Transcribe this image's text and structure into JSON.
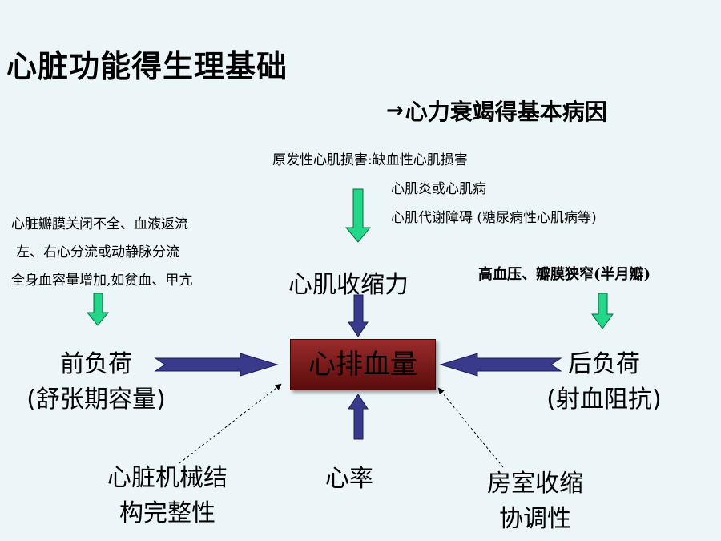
{
  "title": "心脏功能得生理基础",
  "subtitle": "心力衰竭得基本病因",
  "subtitle_arrow": "→",
  "top_causes": {
    "line1": "原发性心肌损害:缺血性心肌损害",
    "line2": "心肌炎或心肌病",
    "line3": "心肌代谢障碍 (糖尿病性心肌病等)"
  },
  "left_causes": {
    "line1": "心脏瓣膜关闭不全、血液返流",
    "line2": "左、右心分流或动静脉分流",
    "line3": "全身血容量增加,如贫血、甲亢"
  },
  "right_causes": "高血压、瓣膜狭窄(半月瓣)",
  "nodes": {
    "center": "心排血量",
    "top": "心肌收缩力",
    "left_line1": "前负荷",
    "left_line2": "(舒张期容量)",
    "right_line1": "后负荷",
    "right_line2": "(射血阻抗)",
    "bottom": "心率",
    "bottom_left_line1": "心脏机械结",
    "bottom_left_line2": "构完整性",
    "bottom_right_line1": "房室收缩",
    "bottom_right_line2": "协调性"
  },
  "colors": {
    "background": "#ecf6f9",
    "center_box": "#7a1a1a",
    "blue_arrow": "#3a3a8c",
    "green_arrow": "#22d68a"
  }
}
